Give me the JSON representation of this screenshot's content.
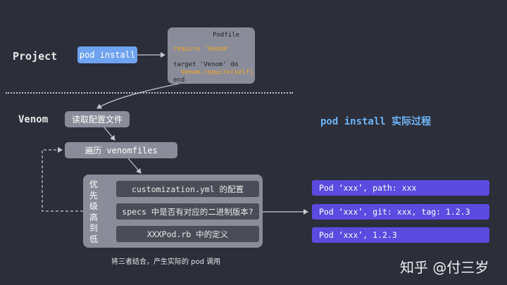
{
  "sections": {
    "project": "Project",
    "venom": "Venom"
  },
  "project": {
    "pod_install": "pod install"
  },
  "podfile": {
    "title": "Podfile",
    "lines": [
      "require 'Venom'",
      "",
      "target 'Venom' do",
      "  Venom.require(self)",
      "end"
    ]
  },
  "venom_flow": {
    "read_config": "读取配置文件",
    "traverse": "遍历 venomfiles",
    "priority_chars": [
      "优",
      "先",
      "级",
      "高",
      "到",
      "低"
    ],
    "items": [
      "customization.yml 的配置",
      "specs 中是否有对应的二进制版本?",
      "XXXPod.rb 中的定义"
    ],
    "caption": "将三者结合，产生实际的 pod 调用"
  },
  "actual": {
    "title": "pod install 实际过程",
    "items": [
      "Pod ‘xxx’, path: xxx",
      "Pod ‘xxx’, git: xxx, tag: 1.2.3",
      "Pod ‘xxx’, 1.2.3"
    ]
  },
  "watermark": "知乎 @付三岁",
  "colors": {
    "background": "#2c2e3a",
    "pod_install_box": "#6fa3f2",
    "gray_box": "#8a8d99",
    "dark_box": "#4a4c57",
    "purple_box": "#5b4be0",
    "orange_code": "#f5a623",
    "priority_arrow": "#f5a623",
    "accent_title": "#6fb4f5"
  }
}
